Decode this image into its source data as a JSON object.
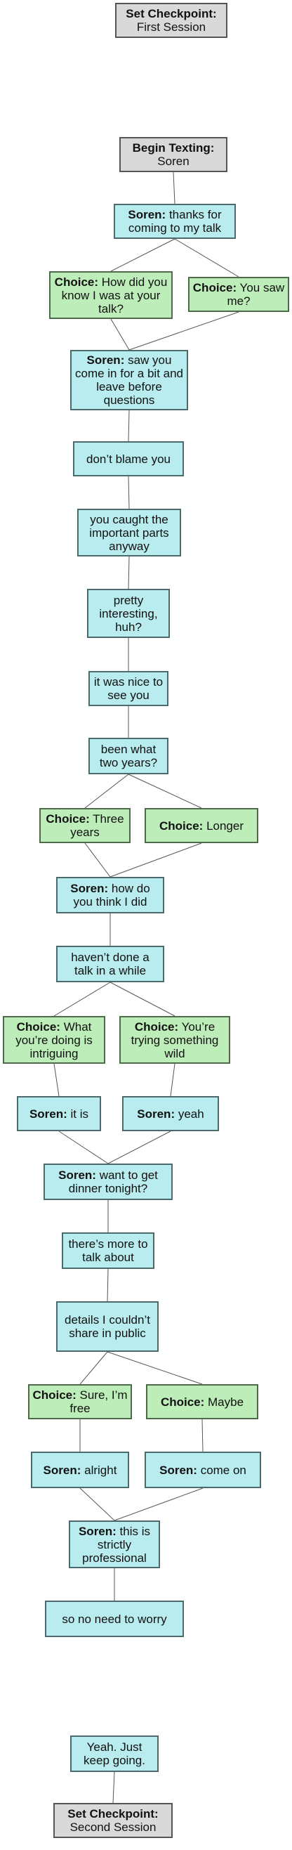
{
  "nodes": [
    {
      "id": "n1",
      "type": "gray",
      "speaker": "Set Checkpoint:",
      "text": "First Session"
    },
    {
      "id": "n2",
      "type": "gray",
      "speaker": "Begin Texting:",
      "text": "Soren"
    },
    {
      "id": "n3",
      "type": "cyan",
      "speaker": "Soren:",
      "text": "thanks for coming to my talk"
    },
    {
      "id": "n4",
      "type": "green",
      "speaker": "Choice:",
      "text": "How did you know I was at your talk?"
    },
    {
      "id": "n5",
      "type": "green",
      "speaker": "Choice:",
      "text": "You saw me?"
    },
    {
      "id": "n6",
      "type": "cyan",
      "speaker": "Soren:",
      "text": "saw you come in for a bit and leave before questions"
    },
    {
      "id": "n7",
      "type": "cyan",
      "speaker": "",
      "text": "don’t blame you"
    },
    {
      "id": "n8",
      "type": "cyan",
      "speaker": "",
      "text": "you caught the important parts anyway"
    },
    {
      "id": "n9",
      "type": "cyan",
      "speaker": "",
      "text": "pretty interesting, huh?"
    },
    {
      "id": "n10",
      "type": "cyan",
      "speaker": "",
      "text": "it was nice to see you"
    },
    {
      "id": "n11",
      "type": "cyan",
      "speaker": "",
      "text": "been what two years?"
    },
    {
      "id": "n12",
      "type": "green",
      "speaker": "Choice:",
      "text": "Three years"
    },
    {
      "id": "n13",
      "type": "green",
      "speaker": "Choice:",
      "text": "Longer"
    },
    {
      "id": "n14",
      "type": "cyan",
      "speaker": "Soren:",
      "text": "how do you think I did"
    },
    {
      "id": "n15",
      "type": "cyan",
      "speaker": "",
      "text": "haven’t done a talk in a while"
    },
    {
      "id": "n16",
      "type": "green",
      "speaker": "Choice:",
      "text": "What you’re doing is intriguing"
    },
    {
      "id": "n17",
      "type": "green",
      "speaker": "Choice:",
      "text": "You’re trying something wild"
    },
    {
      "id": "n18",
      "type": "cyan",
      "speaker": "Soren:",
      "text": "it is"
    },
    {
      "id": "n19",
      "type": "cyan",
      "speaker": "Soren:",
      "text": "yeah"
    },
    {
      "id": "n20",
      "type": "cyan",
      "speaker": "Soren:",
      "text": "want to get dinner tonight?"
    },
    {
      "id": "n21",
      "type": "cyan",
      "speaker": "",
      "text": "there’s more to talk about"
    },
    {
      "id": "n22",
      "type": "cyan",
      "speaker": "",
      "text": "details I couldn’t share in public"
    },
    {
      "id": "n23",
      "type": "green",
      "speaker": "Choice:",
      "text": "Sure, I’m free"
    },
    {
      "id": "n24",
      "type": "green",
      "speaker": "Choice:",
      "text": "Maybe"
    },
    {
      "id": "n25",
      "type": "cyan",
      "speaker": "Soren:",
      "text": "alright"
    },
    {
      "id": "n26",
      "type": "cyan",
      "speaker": "Soren:",
      "text": "come on"
    },
    {
      "id": "n27",
      "type": "cyan",
      "speaker": "Soren:",
      "text": "this is strictly professional"
    },
    {
      "id": "n28",
      "type": "cyan",
      "speaker": "",
      "text": "so no need to worry"
    },
    {
      "id": "n29",
      "type": "cyan",
      "speaker": "",
      "text": "Yeah. Just keep going."
    },
    {
      "id": "n30",
      "type": "gray",
      "speaker": "Set Checkpoint:",
      "text": "Second Session"
    }
  ],
  "edges": [
    [
      "n2",
      "n3"
    ],
    [
      "n3",
      "n4"
    ],
    [
      "n3",
      "n5"
    ],
    [
      "n4",
      "n6"
    ],
    [
      "n5",
      "n6"
    ],
    [
      "n6",
      "n7"
    ],
    [
      "n7",
      "n8"
    ],
    [
      "n8",
      "n9"
    ],
    [
      "n9",
      "n10"
    ],
    [
      "n10",
      "n11"
    ],
    [
      "n11",
      "n12"
    ],
    [
      "n11",
      "n13"
    ],
    [
      "n12",
      "n14"
    ],
    [
      "n13",
      "n14"
    ],
    [
      "n14",
      "n15"
    ],
    [
      "n15",
      "n16"
    ],
    [
      "n15",
      "n17"
    ],
    [
      "n16",
      "n18"
    ],
    [
      "n17",
      "n19"
    ],
    [
      "n18",
      "n20"
    ],
    [
      "n19",
      "n20"
    ],
    [
      "n20",
      "n21"
    ],
    [
      "n21",
      "n22"
    ],
    [
      "n22",
      "n23"
    ],
    [
      "n22",
      "n24"
    ],
    [
      "n23",
      "n25"
    ],
    [
      "n24",
      "n26"
    ],
    [
      "n25",
      "n27"
    ],
    [
      "n26",
      "n27"
    ],
    [
      "n27",
      "n28"
    ],
    [
      "n29",
      "n30"
    ]
  ],
  "colors": {
    "gray": "#d9d9d9",
    "cyan": "#b8ecee",
    "green": "#bdedb8",
    "edge": "#555555"
  }
}
